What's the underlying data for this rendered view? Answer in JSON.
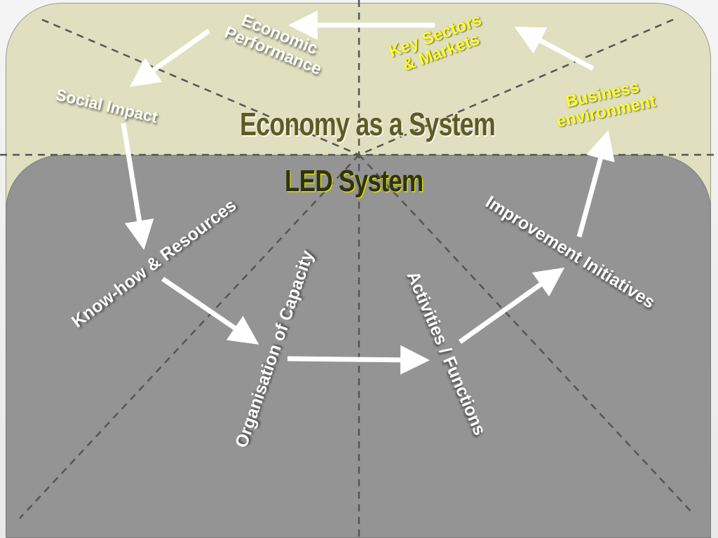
{
  "titles": {
    "economy_system": "Economy as a System",
    "led_system": "LED System"
  },
  "top_labels": {
    "economic_performance": "Economic\nPerformance",
    "key_sectors": "Key Sectors\n& Markets",
    "business_environment": "Business\nenvironment",
    "social_impact": "Social Impact"
  },
  "bottom_labels": {
    "know_how": "Know-how & Resources",
    "organisation": "Organisation of Capacity",
    "activities": "Activities / Functions",
    "improvement": "Improvement Initiatives"
  },
  "colors": {
    "top_panel": "#e0dfbf",
    "bottom_panel": "#949494",
    "label_yellow": "#ffff2a",
    "label_white": "#ffffff",
    "title_olive": "#5c5c24",
    "title_dark": "#2f3308"
  }
}
